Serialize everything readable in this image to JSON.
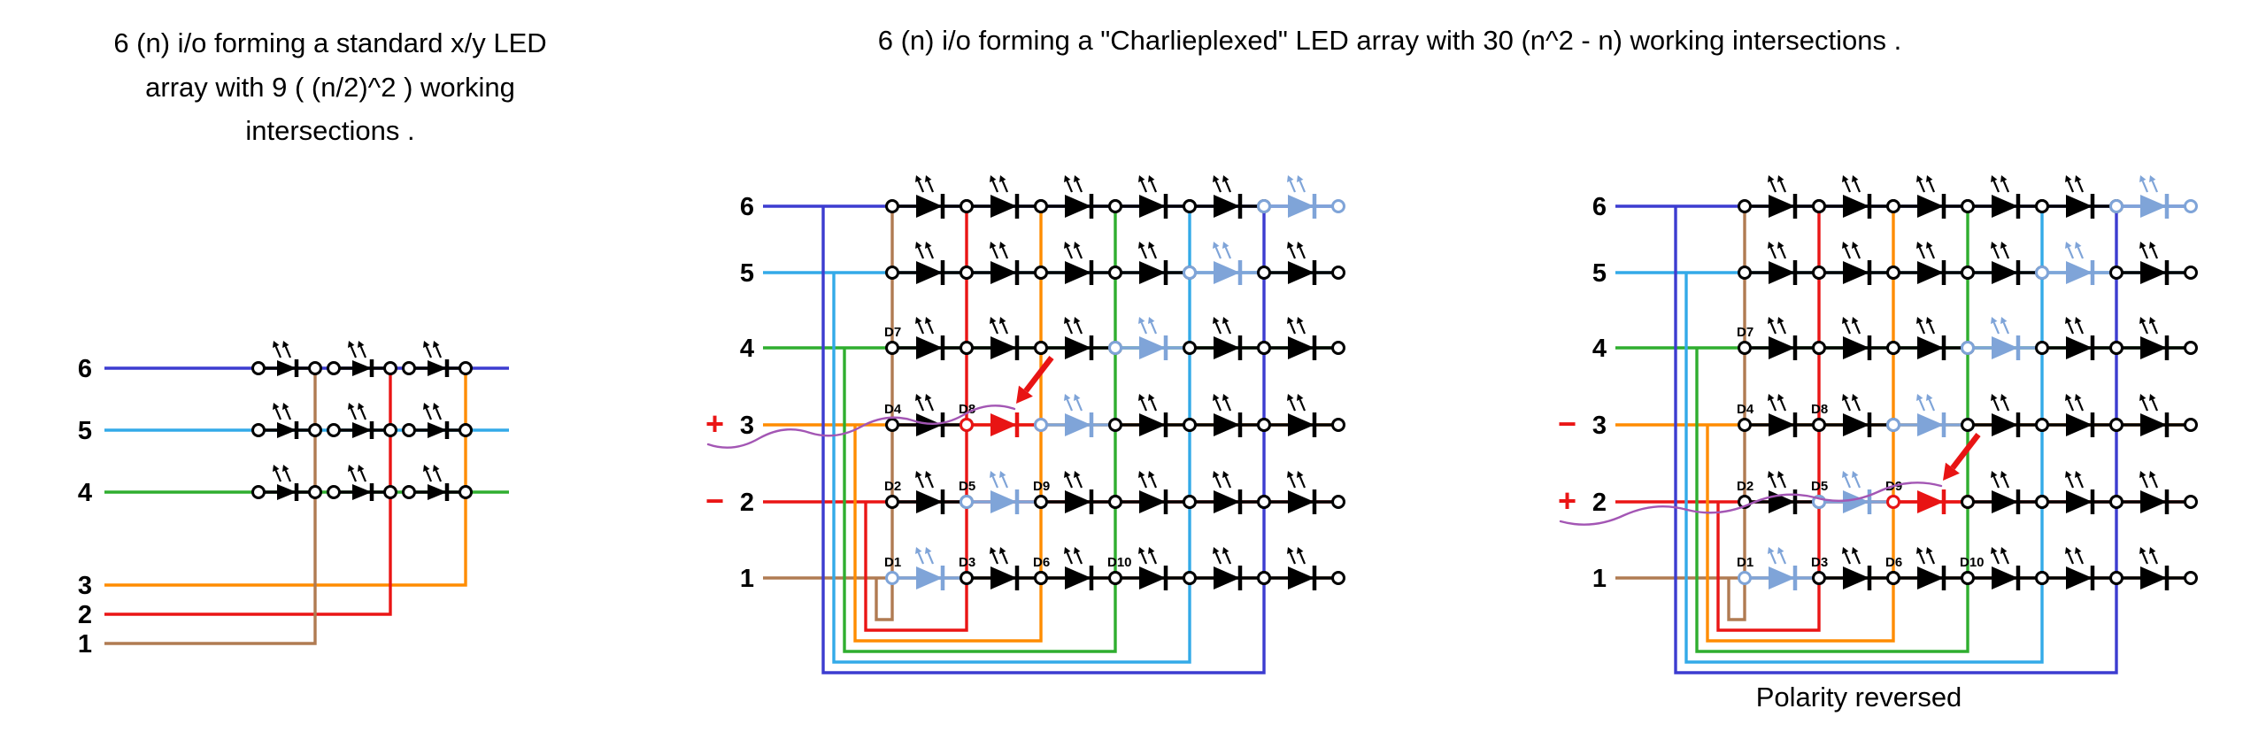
{
  "titles": {
    "left": {
      "line1": "6 (n)  i/o forming a standard x/y LED",
      "line2": "array with 9 ( (n/2)^2 ) working",
      "line3": "intersections ."
    },
    "charlieplexed": "6 (n) i/o forming a \"Charlieplexed\"  LED  array with 30 (n^2 - n) working intersections ."
  },
  "captions": {
    "polarity_reversed": "Polarity reversed"
  },
  "colors": {
    "background": "#ffffff",
    "text": "#000000",
    "wire_1_brown": "#b07b52",
    "wire_2_red": "#ea1515",
    "wire_3_orange": "#ff8c00",
    "wire_4_green": "#2fae2f",
    "wire_5_cyan": "#33aae8",
    "wire_6_blue": "#3c3cd0",
    "led_black": "#000000",
    "led_diagonal_blue": "#7fa4d8",
    "led_lit_red": "#e81414",
    "annotation_purple": "#a356b4",
    "polarity_sign_red": "#ea1515"
  },
  "left_diagram": {
    "row_labels": [
      "6",
      "5",
      "4"
    ],
    "column_labels": [
      "3",
      "2",
      "1"
    ]
  },
  "charlie_diagrams": [
    {
      "id": "middle",
      "row_labels": [
        "6",
        "5",
        "4",
        "3",
        "2",
        "1"
      ],
      "polarity": [
        {
          "line": "3",
          "sign": "+"
        },
        {
          "line": "2",
          "sign": "−"
        }
      ],
      "lit_led": "D8",
      "led_labels": [
        {
          "label": "D1",
          "row": 1,
          "slot": 1
        },
        {
          "label": "D2",
          "row": 2,
          "slot": 1
        },
        {
          "label": "D3",
          "row": 1,
          "slot": 2
        },
        {
          "label": "D4",
          "row": 3,
          "slot": 1
        },
        {
          "label": "D5",
          "row": 2,
          "slot": 2
        },
        {
          "label": "D6",
          "row": 1,
          "slot": 3
        },
        {
          "label": "D7",
          "row": 4,
          "slot": 1
        },
        {
          "label": "D8",
          "row": 3,
          "slot": 2
        },
        {
          "label": "D9",
          "row": 2,
          "slot": 3
        },
        {
          "label": "D10",
          "row": 1,
          "slot": 4
        }
      ]
    },
    {
      "id": "right",
      "row_labels": [
        "6",
        "5",
        "4",
        "3",
        "2",
        "1"
      ],
      "polarity": [
        {
          "line": "3",
          "sign": "−"
        },
        {
          "line": "2",
          "sign": "+"
        }
      ],
      "lit_led": "D9",
      "led_labels": [
        {
          "label": "D1",
          "row": 1,
          "slot": 1
        },
        {
          "label": "D2",
          "row": 2,
          "slot": 1
        },
        {
          "label": "D3",
          "row": 1,
          "slot": 2
        },
        {
          "label": "D4",
          "row": 3,
          "slot": 1
        },
        {
          "label": "D5",
          "row": 2,
          "slot": 2
        },
        {
          "label": "D6",
          "row": 1,
          "slot": 3
        },
        {
          "label": "D7",
          "row": 4,
          "slot": 1
        },
        {
          "label": "D8",
          "row": 3,
          "slot": 2
        },
        {
          "label": "D9",
          "row": 2,
          "slot": 3
        },
        {
          "label": "D10",
          "row": 1,
          "slot": 4
        }
      ]
    }
  ]
}
